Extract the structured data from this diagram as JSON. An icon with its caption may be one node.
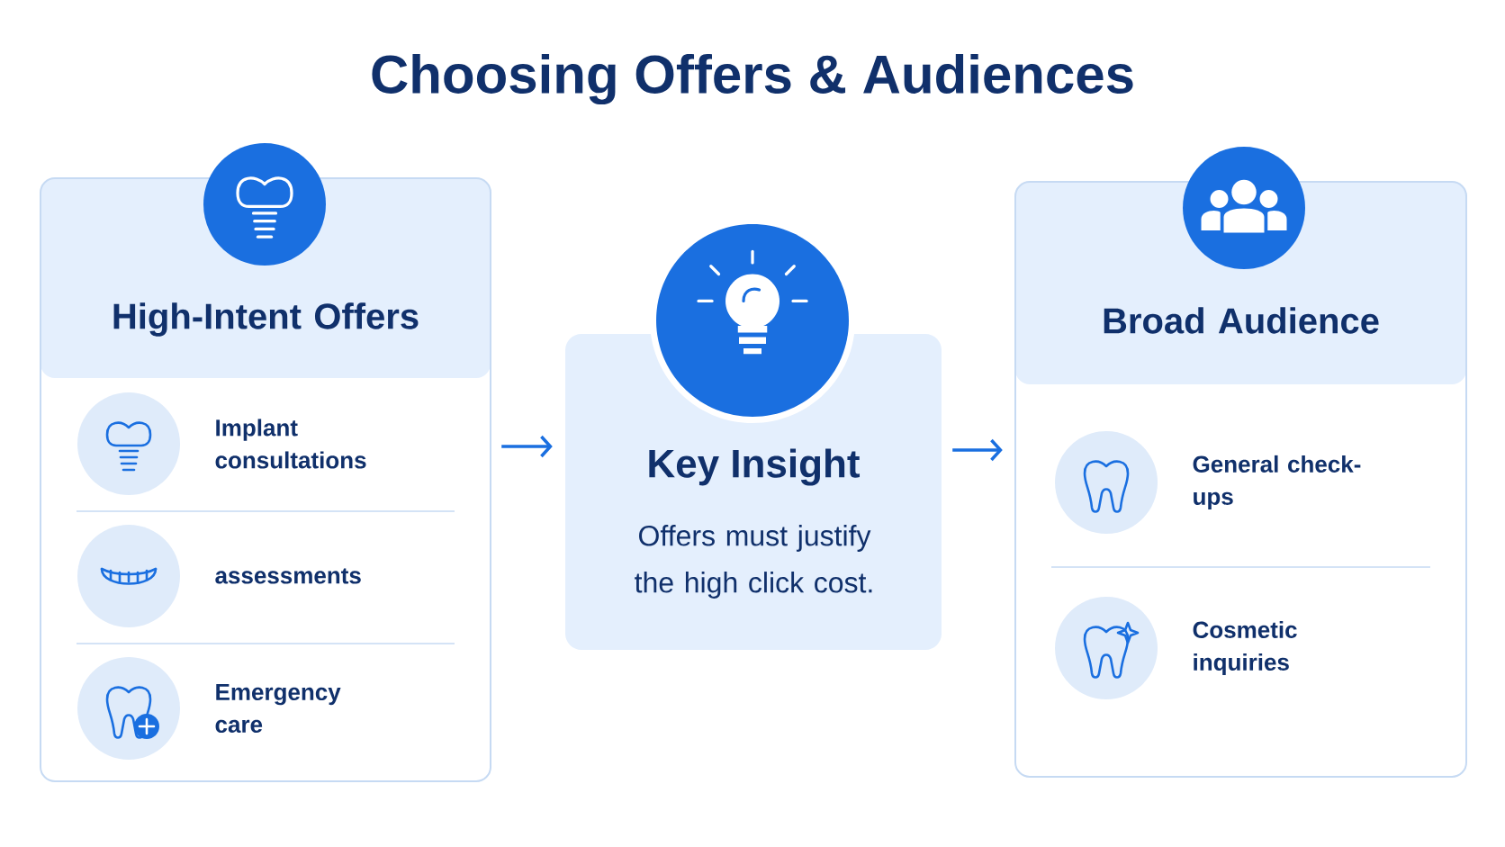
{
  "diagram": {
    "title": "Choosing Offers & Audiences",
    "nodes": [
      {
        "text": [
          "High-Intent Offers"
        ]
      },
      {
        "text": [
          "Implant consultations"
        ],
        "in": 0
      },
      {
        "text": [
          "assessments"
        ],
        "in": 0
      },
      {
        "text": [
          "Emergency care"
        ],
        "in": 0
      },
      {
        "text": [
          "Key Insight",
          "Offers must justify the high click cost."
        ]
      },
      {
        "text": [
          "Broad Audience"
        ]
      },
      {
        "text": [
          "General check-ups"
        ],
        "in": 5
      },
      {
        "text": [
          "Cosmetic inquiries"
        ],
        "in": 5
      }
    ],
    "edges": [
      {
        "from": 0,
        "to": 4,
        "arrow": "to"
      },
      {
        "from": 4,
        "to": 5,
        "arrow": "to"
      }
    ]
  }
}
